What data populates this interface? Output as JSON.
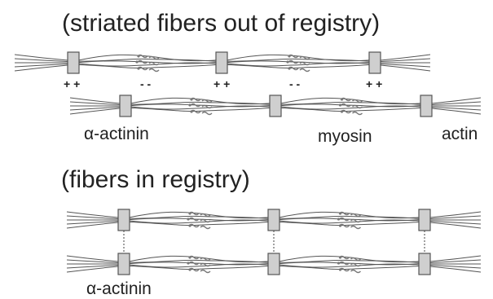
{
  "title_top": "(striated fibers out of registry)",
  "title_bottom": "(fibers in registry)",
  "labels": {
    "alpha_actinin_top": "α-actinin",
    "myosin": "myosin",
    "actin": "actin",
    "alpha_actinin_bottom": "α-actinin"
  },
  "signs": {
    "plus": "+ +",
    "minus": "- -"
  },
  "colors": {
    "filament": "#555555",
    "actinin_fill": "#cfcfcf",
    "actinin_stroke": "#555555",
    "crossbridge": "#777777"
  }
}
